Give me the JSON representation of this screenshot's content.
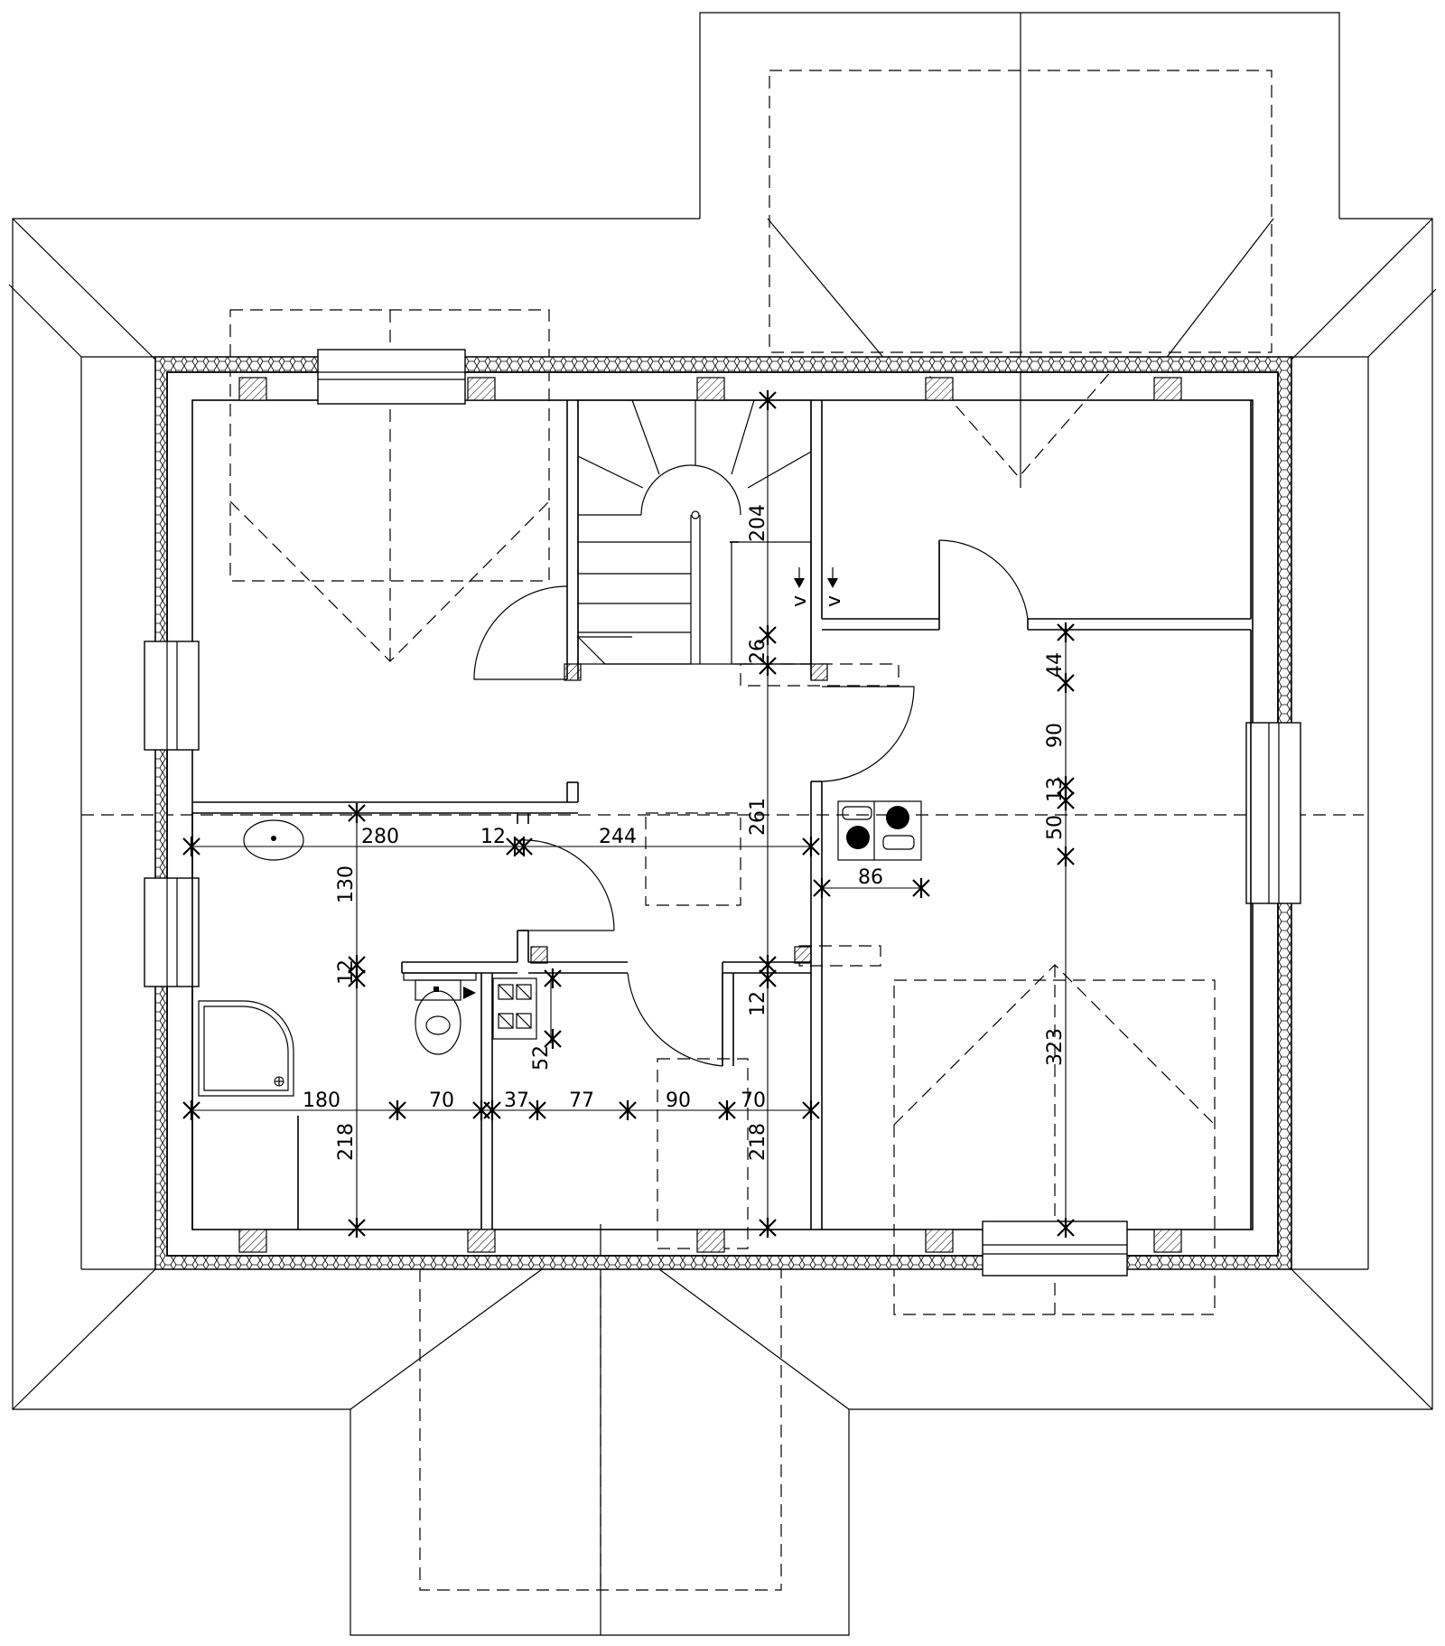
{
  "drawing": {
    "type": "attic floor plan",
    "line_color": "#000000",
    "background": "#ffffff"
  },
  "dimensions": [
    {
      "id": "d280",
      "label": "280"
    },
    {
      "id": "d12a",
      "label": "12"
    },
    {
      "id": "d244",
      "label": "244"
    },
    {
      "id": "d130",
      "label": "130"
    },
    {
      "id": "d12b",
      "label": "12"
    },
    {
      "id": "d218a",
      "label": "218"
    },
    {
      "id": "d180",
      "label": "180"
    },
    {
      "id": "d70a",
      "label": "70"
    },
    {
      "id": "d37",
      "label": "37"
    },
    {
      "id": "d77",
      "label": "77"
    },
    {
      "id": "d90a",
      "label": "90"
    },
    {
      "id": "d70b",
      "label": "70"
    },
    {
      "id": "d204",
      "label": "204"
    },
    {
      "id": "d26",
      "label": "26"
    },
    {
      "id": "d261",
      "label": "261"
    },
    {
      "id": "d12c",
      "label": "12"
    },
    {
      "id": "d52",
      "label": "52"
    },
    {
      "id": "d218b",
      "label": "218"
    },
    {
      "id": "d86",
      "label": "86"
    },
    {
      "id": "d44",
      "label": "44"
    },
    {
      "id": "d90b",
      "label": "90"
    },
    {
      "id": "d13",
      "label": "13"
    },
    {
      "id": "d50",
      "label": "50"
    },
    {
      "id": "d323",
      "label": "323"
    }
  ]
}
